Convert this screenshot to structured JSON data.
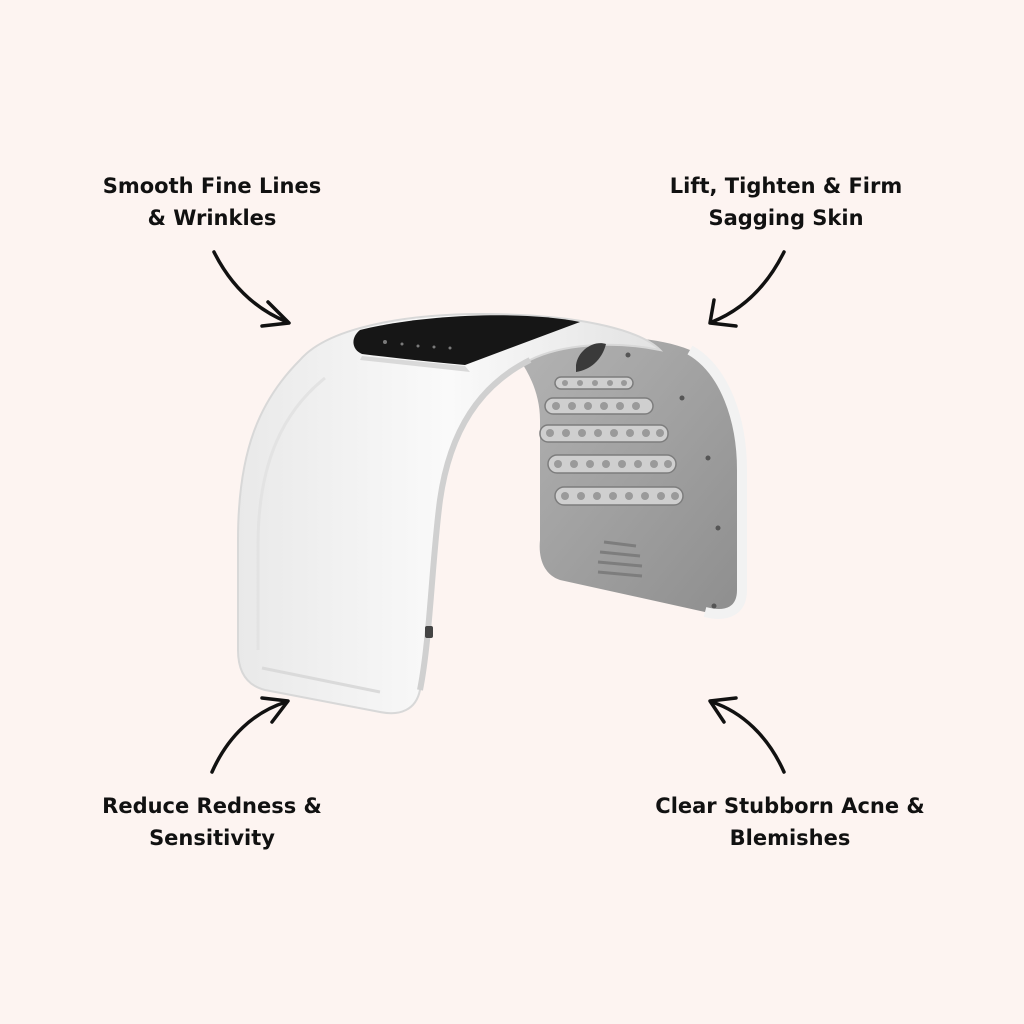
{
  "callouts": {
    "top_left": {
      "line1": "Smooth Fine Lines",
      "line2": "& Wrinkles"
    },
    "top_right": {
      "line1": "Lift, Tighten & Firm",
      "line2": "Sagging Skin"
    },
    "bottom_left": {
      "line1": "Reduce Redness &",
      "line2": "Sensitivity"
    },
    "bottom_right": {
      "line1": "Clear Stubborn Acne &",
      "line2": "Blemishes"
    }
  },
  "colors": {
    "background": "#fdf4f1",
    "text": "#111111",
    "device_shell": "#f1f1f1",
    "device_inner": "#9d9d9d",
    "panel": "#161616"
  }
}
